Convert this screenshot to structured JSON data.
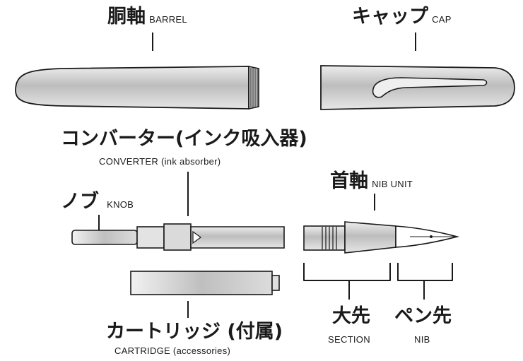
{
  "labels": {
    "barrel": {
      "ja": "胴軸",
      "en": "BARREL"
    },
    "cap": {
      "ja": "キャップ",
      "en": "CAP"
    },
    "converter": {
      "ja": "コンバーター(インク吸入器)",
      "en": "CONVERTER (ink absorber)"
    },
    "knob": {
      "ja": "ノブ",
      "en": "KNOB"
    },
    "nib_unit": {
      "ja": "首軸",
      "en": "NIB UNIT"
    },
    "cartridge": {
      "ja": "カートリッジ (付属)",
      "en": "CARTRIDGE  (accessories)"
    },
    "section": {
      "ja": "大先",
      "en": "SECTION"
    },
    "nib": {
      "ja": "ペン先",
      "en": "NIB"
    }
  },
  "colors": {
    "ink": "#1a1a1a",
    "wash": "#c6c6c6",
    "wash_dark": "#a9a9a9",
    "paper": "#ffffff"
  }
}
